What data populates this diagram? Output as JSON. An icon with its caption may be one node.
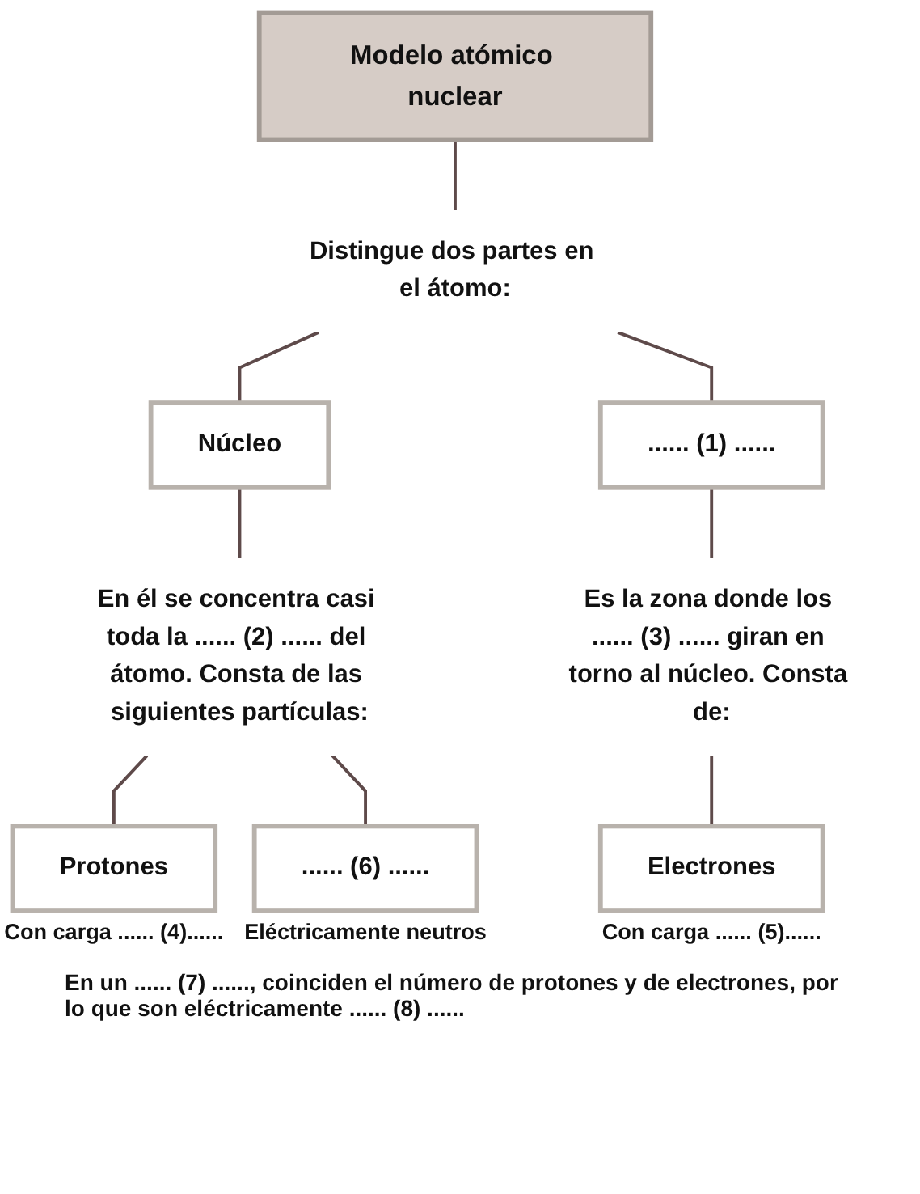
{
  "diagram": {
    "nodes": [
      {
        "text": [
          "Modelo atómico nuclear"
        ]
      },
      {
        "text": [
          "Distingue dos partes en el átomo:"
        ]
      },
      {
        "text": [
          "Núcleo"
        ]
      },
      {
        "text": [
          "...... (1) ......"
        ]
      },
      {
        "text": [
          "En él se concentra casi toda la ...... (2) ...... del átomo. Consta de las siguientes partículas:"
        ]
      },
      {
        "text": [
          "Es la zona donde los ...... (3) ...... giran en torno al núcleo. Consta de:"
        ]
      },
      {
        "text": [
          "Protones"
        ],
        "beside": [
          "Con carga ...... (4)......"
        ]
      },
      {
        "text": [
          "...... (6) ......"
        ],
        "beside": [
          "Eléctricamente neutros"
        ]
      },
      {
        "text": [
          "Electrones"
        ],
        "beside": [
          "Con carga ...... (5)......"
        ]
      }
    ],
    "edges": [
      {
        "from": 0,
        "to": 1,
        "arrow": "none"
      },
      {
        "from": 1,
        "to": 2,
        "arrow": "none"
      },
      {
        "from": 1,
        "to": 3,
        "arrow": "none"
      },
      {
        "from": 2,
        "to": 4,
        "arrow": "none"
      },
      {
        "from": 3,
        "to": 5,
        "arrow": "none"
      },
      {
        "from": 4,
        "to": 6,
        "arrow": "none"
      },
      {
        "from": 4,
        "to": 7,
        "arrow": "none"
      },
      {
        "from": 5,
        "to": 8,
        "arrow": "none"
      }
    ],
    "labels": [
      "En un ...... (7) ......, coinciden el número de protones y de electrones, por lo que son eléctricamente ...... (8) ......"
    ]
  }
}
